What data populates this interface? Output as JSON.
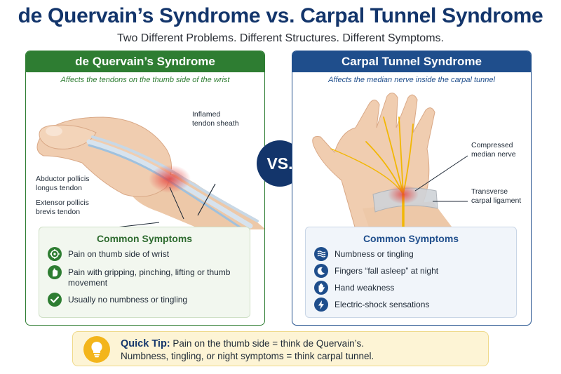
{
  "header": {
    "title": "de Quervain’s Syndrome vs. Carpal Tunnel Syndrome",
    "subtitle": "Two Different Problems. Different Structures. Different Symptoms."
  },
  "left_panel": {
    "title": "de Quervain’s Syndrome",
    "subtitle": "Affects the tendons on the thumb side of the wrist",
    "callouts": {
      "inflamed": "Inflamed\ntendon sheath",
      "abductor": "Abductor pollicis\nlongus tendon",
      "extensor": "Extensor pollicis\nbrevis tendon"
    },
    "symptoms_title": "Common Symptoms",
    "symptoms": [
      {
        "icon": "target-icon",
        "text": "Pain on thumb side of wrist"
      },
      {
        "icon": "hand-grip-icon",
        "text": "Pain with gripping, pinching, lifting or thumb movement"
      },
      {
        "icon": "check-icon",
        "text": "Usually no numbness or tingling"
      }
    ]
  },
  "vs_label": "VS.",
  "right_panel": {
    "title": "Carpal Tunnel Syndrome",
    "subtitle": "Affects the median nerve inside the carpal tunnel",
    "callouts": {
      "compressed": "Compressed\nmedian nerve",
      "ligament": "Transverse\ncarpal ligament"
    },
    "symptoms_title": "Common Symptoms",
    "symptoms": [
      {
        "icon": "waves-icon",
        "text": "Numbness or tingling"
      },
      {
        "icon": "moon-icon",
        "text": "Fingers “fall asleep” at night"
      },
      {
        "icon": "hand-icon",
        "text": "Hand weakness"
      },
      {
        "icon": "lightning-icon",
        "text": "Electric-shock sensations"
      }
    ]
  },
  "tip": {
    "label": "Quick Tip:",
    "line1": "Pain on the thumb side = think de Quervain’s.",
    "line2": "Numbness, tingling, or night symptoms = think carpal tunnel."
  },
  "colors": {
    "navy": "#13356b",
    "green": "#2e7d32",
    "blue": "#1f4e8c",
    "inflammation": "#e53935",
    "nerve": "#f2b705",
    "tip_background": "#fdf4d5"
  }
}
